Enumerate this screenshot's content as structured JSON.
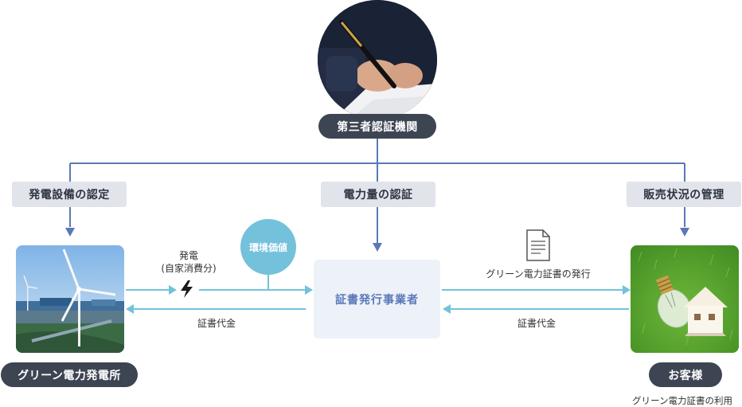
{
  "authority": {
    "label": "第三者認証機関"
  },
  "tags": {
    "left": "発電設備の認定",
    "center": "電力量の認証",
    "right": "販売状況の管理"
  },
  "issuer": {
    "label": "証書発行事業者"
  },
  "environment_value": {
    "label": "環境価値"
  },
  "plant": {
    "label": "グリーン電力発電所",
    "flow_top_line1": "発電",
    "flow_top_line2": "(自家消費分)",
    "flow_bottom": "証書代金"
  },
  "customer": {
    "label": "お客様",
    "caption": "グリーン電力証書の利用",
    "flow_top": "グリーン電力証書の発行",
    "flow_bottom": "証書代金"
  },
  "colors": {
    "navy_line": "#5a78b8",
    "cyan_line": "#74c1dc",
    "dark_pill": "#3d4452",
    "tag_bg": "#e2e4eb",
    "issuer_bg": "#edf1f8"
  },
  "icons": [
    "pen-photo",
    "wind-turbine-photo",
    "lightbulb-house-photo",
    "document-icon",
    "lightning-icon"
  ]
}
